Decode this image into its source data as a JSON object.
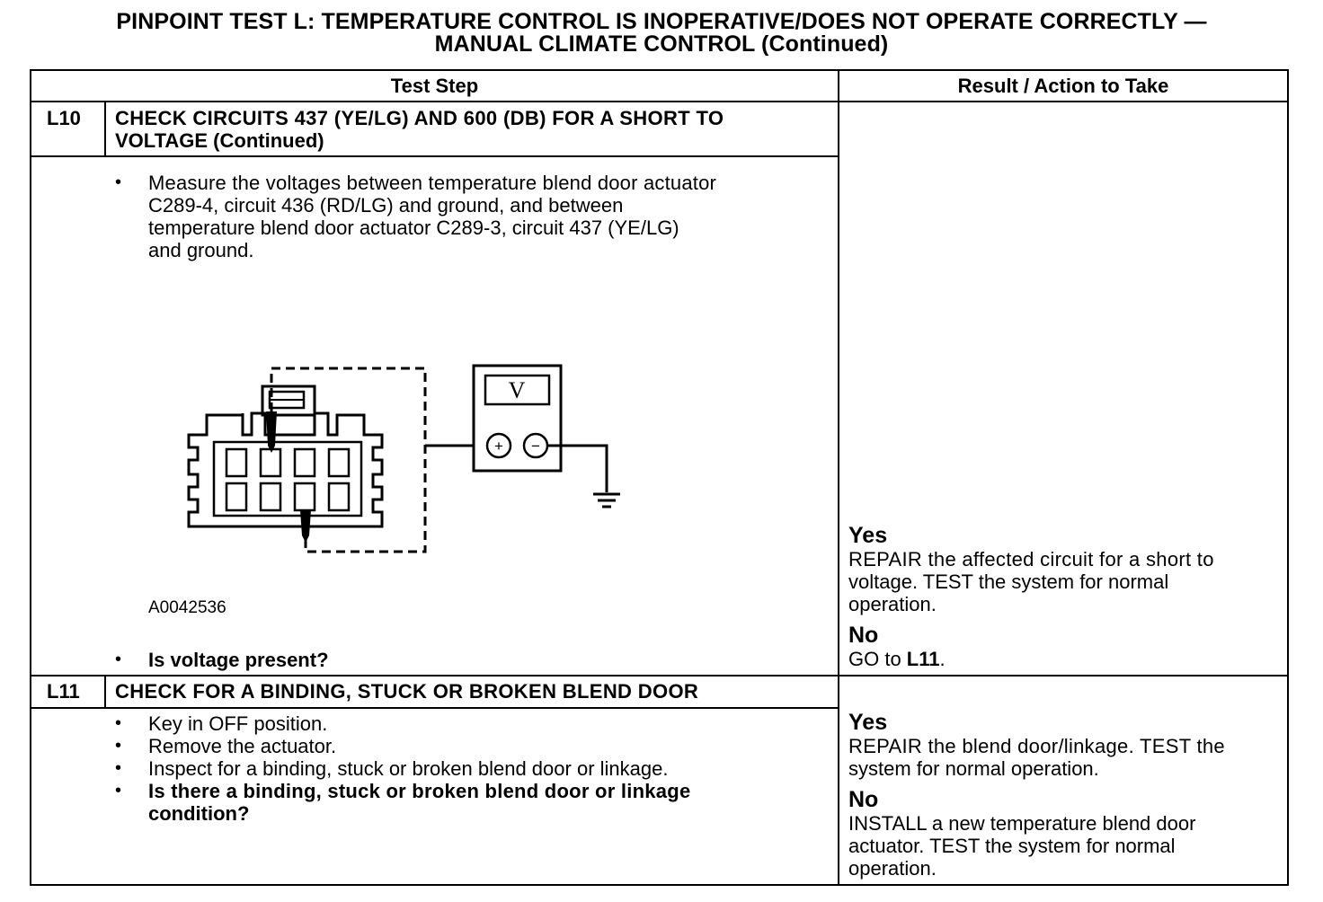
{
  "title": {
    "line1": "PINPOINT TEST L: TEMPERATURE CONTROL IS INOPERATIVE/DOES NOT OPERATE CORRECTLY —",
    "line2": "MANUAL CLIMATE CONTROL (Continued)"
  },
  "table": {
    "headers": {
      "test_step": "Test Step",
      "result": "Result / Action to Take"
    }
  },
  "l10": {
    "id": "L10",
    "heading_line1": "CHECK CIRCUITS 437 (YE/LG) AND 600 (DB) FOR A SHORT TO",
    "heading_line2": "VOLTAGE (Continued)",
    "bullet_char": "•",
    "step1_lines": [
      "Measure the voltages between temperature blend door actuator",
      "C289-4, circuit 436 (RD/LG) and ground, and between",
      "temperature blend door actuator C289-3, circuit 437 (YE/LG)",
      "and ground."
    ],
    "figure_id": "A0042536",
    "meter_symbol": "V",
    "plus": "+",
    "minus": "−",
    "question": "Is voltage present?",
    "yes_label": "Yes",
    "yes_verb": "RE",
    "yes_line1_rest": "PAIR the affected circuit for a short to",
    "yes_line2": "voltage. TEST the system for normal",
    "yes_line3": "operation.",
    "no_label": "No",
    "no_text": "GO to ",
    "no_target": "L11",
    "no_end": "."
  },
  "l11": {
    "id": "L11",
    "heading": "CHECK FOR A BINDING, STUCK OR BROKEN BLEND DOOR",
    "steps": [
      "Key in OFF position.",
      "Remove the actuator.",
      "Inspect for a binding, stuck or broken blend door or linkage."
    ],
    "question_line1": "Is there a binding, stuck or broken blend door or linkage",
    "question_line2": "condition?",
    "yes_label": "Yes",
    "yes_line1": "REPAIR the blend door/linkage. TEST the",
    "yes_line2": "system for normal operation.",
    "no_label": "No",
    "no_line1": "INSTALL a new temperature blend door",
    "no_line2": "actuator.  TEST the system for normal",
    "no_line3": "operation."
  }
}
